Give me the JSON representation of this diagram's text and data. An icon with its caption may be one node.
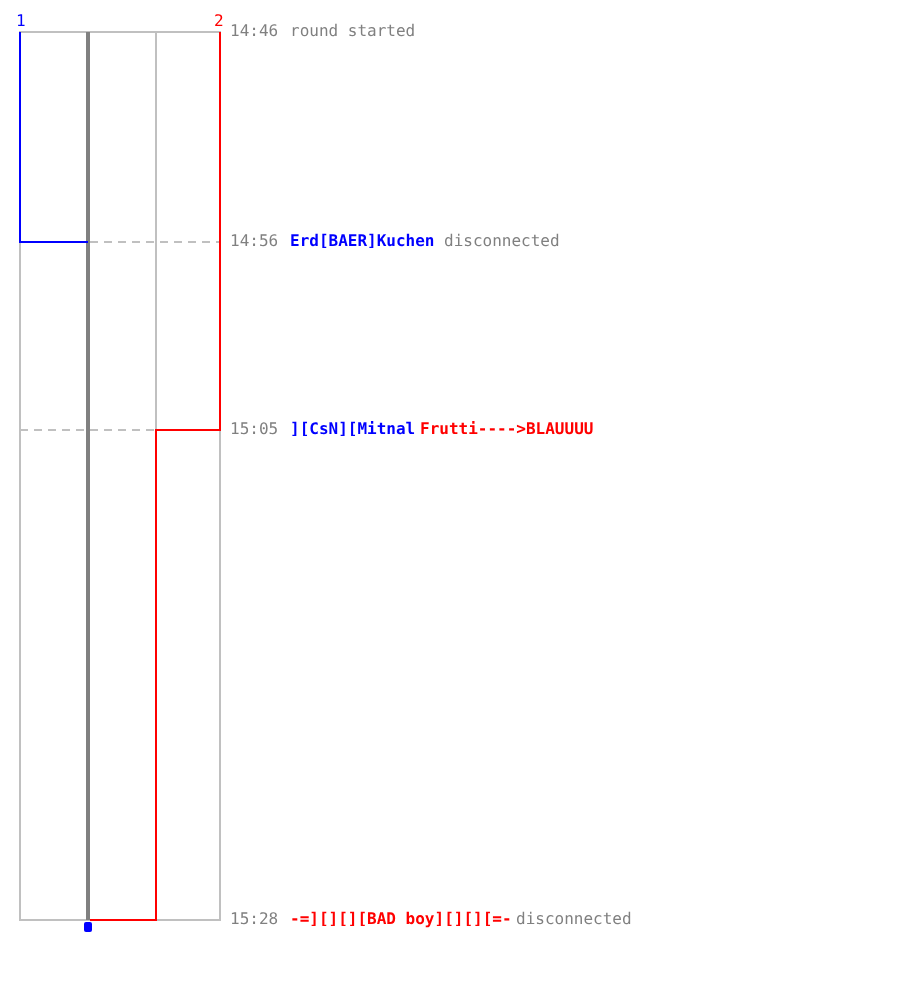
{
  "diagram": {
    "labels": [
      "1",
      "2",
      "14:46",
      "round started",
      "14:56",
      "Erd[BAER]Kuchen",
      "disconnected",
      "15:05",
      "][CsN][Mitnal",
      "Frutti---->BLAUUUU",
      "15:28",
      "-=][][][BAD boy][][][=-",
      "disconnected"
    ]
  }
}
